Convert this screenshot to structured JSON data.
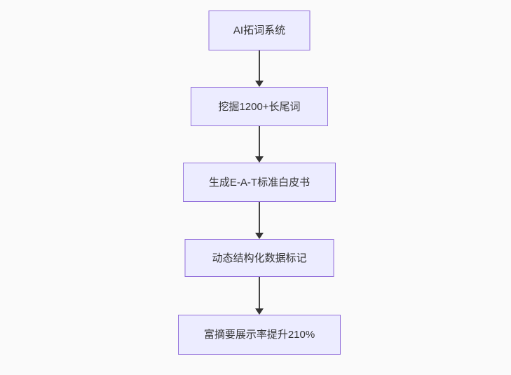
{
  "flowchart": {
    "direction": "top-down",
    "nodes": [
      {
        "id": "A",
        "label": "AI拓词系统"
      },
      {
        "id": "B",
        "label": "挖掘1200+长尾词"
      },
      {
        "id": "C",
        "label": "生成E-A-T标准白皮书"
      },
      {
        "id": "D",
        "label": "动态结构化数据标记"
      },
      {
        "id": "E",
        "label": "富摘要展示率提升210%"
      }
    ],
    "edges": [
      {
        "from": "A",
        "to": "B"
      },
      {
        "from": "B",
        "to": "C"
      },
      {
        "from": "C",
        "to": "D"
      },
      {
        "from": "D",
        "to": "E"
      }
    ],
    "colors": {
      "node_fill": "#ECECFF",
      "node_border": "#9370DB",
      "node_text": "#333333",
      "edge": "#333333",
      "background": "#FAFAFA"
    }
  }
}
